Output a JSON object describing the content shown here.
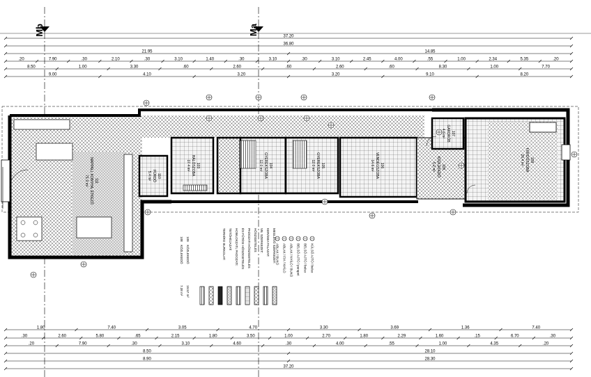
{
  "section_markers": {
    "left": "Mb",
    "right": "Ma"
  },
  "top_dims": {
    "row1": [
      "37.20"
    ],
    "row2": [
      "36.80"
    ],
    "row3": [
      "21.95",
      "14.85"
    ],
    "row4": [
      ".20",
      "7.90",
      ".30",
      "2.10",
      ".30",
      "3.10",
      "1.40",
      ".30",
      "3.10",
      ".30",
      "3.10",
      "2.45",
      "4.00",
      ".55",
      "1.00",
      "2.34",
      "5.35",
      ".20"
    ],
    "row5": [
      "8.50",
      "1.00",
      "3.30",
      ".60",
      "2.60",
      ".60",
      "2.60",
      ".60",
      "8.30",
      "1.00",
      "7.70"
    ],
    "row6": [
      "9.00",
      "4.10",
      "3.20",
      "3.20",
      "9.10",
      "8.20"
    ]
  },
  "bottom_dims": {
    "row1": [
      "1.80",
      "7.40",
      "3.05",
      "4.70",
      "3.30",
      "3.69",
      "1.36",
      "7.40"
    ],
    "row2": [
      ".30",
      "2.60",
      "5.80",
      ".65",
      "2.15",
      "1.80",
      "3.50",
      "1.00",
      "2.70",
      "1.80",
      "2.29",
      "1.60",
      ".15",
      "6.70",
      ".30"
    ],
    "row3": [
      ".20",
      "7.90",
      ".30",
      "3.10",
      "4.60",
      ".30",
      "4.00",
      ".55",
      "1.00",
      "4.35",
      ".20"
    ],
    "row4": [
      "8.50",
      "28.10"
    ],
    "row5": [
      "8.90",
      "28.30"
    ],
    "row6": [
      "37.20"
    ]
  },
  "rooms": [
    {
      "name": "NAPPALI, KONYHA, ÉTKEZŐ",
      "num": "111",
      "area": "71.0 m²"
    },
    {
      "name": "HÁLÓSZOBA",
      "num": "103",
      "area": "17.4 m²"
    },
    {
      "name": "GYEREKSZOBA",
      "num": "104",
      "area": "12.0 m²"
    },
    {
      "name": "GYEREKSZOBA",
      "num": "105",
      "area": "12.0 m²"
    },
    {
      "name": "VENDÉGSZOBA",
      "num": "106",
      "area": "14.6 m²"
    },
    {
      "name": "FÜRDŐ",
      "num": "110",
      "area": "5.4 m²"
    },
    {
      "name": "FÜRDŐSZOBA",
      "num": "108",
      "area": "26.4 m²"
    },
    {
      "name": "GARDRÓB",
      "num": "107",
      "area": "4.6 m²"
    },
    {
      "name": "KÖZLEKEDŐ",
      "num": "109",
      "area": "5.2 m²"
    }
  ],
  "legend": {
    "openings": [
      "ABLAK / BUKÓ",
      "ABLAK / FIX / NYÍLÓ",
      "ABLAK / NYÍLÓ / BUKÓ",
      "BELSŐ AJTÓ / parapet",
      "BELSŐ AJTÓ / belso",
      "KÜLSŐ AJTÓ / belso"
    ],
    "materials": [
      "MEGLÉVŐ SZERKEZET:",
      "KERÁMIA FALAZAT:",
      "VB. SZERKEZET:",
      "HŐSZIGETELÉS",
      "PADOZATI HŐSZIGETELÉS",
      "ÉS FŰTÉSI HŐSZIGETELÉS",
      "HOMLOKZATI, PADOZATI:",
      "TETŐHÉJAZAT:",
      "TERHÍRO BURKOLAT:"
    ],
    "summary": [
      {
        "num": "108",
        "label": "KÖZLEKEDŐ",
        "area": "7.38 m²"
      },
      {
        "num": "109",
        "label": "KÖZLEKEDŐ",
        "area": "19.57 m²"
      }
    ]
  }
}
